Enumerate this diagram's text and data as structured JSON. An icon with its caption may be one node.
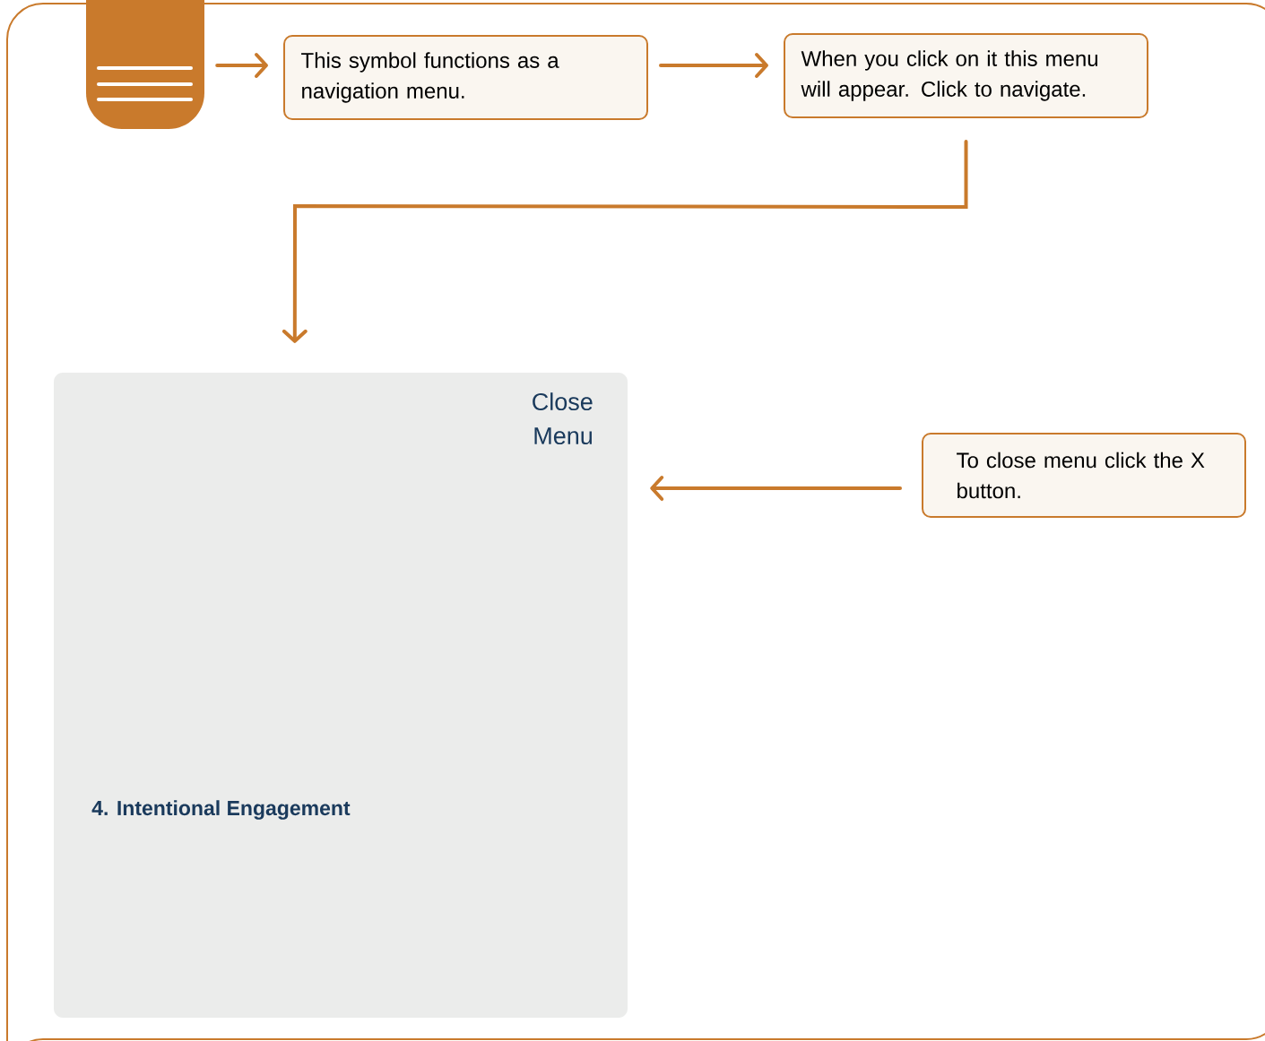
{
  "diagram": {
    "nodes": [
      {
        "text": [],
        "shape": "box"
      },
      {
        "text": [
          "This symbol functions as a navigation menu."
        ]
      },
      {
        "text": [
          "When you click on it this menu will appear. Click to navigate."
        ]
      },
      {
        "text": [
          "Close Menu",
          "4. Intentional Engagement"
        ]
      },
      {
        "text": [
          "To close menu click the X button."
        ]
      }
    ],
    "edges": [
      {
        "from": 0,
        "to": 1,
        "arrow": "to"
      },
      {
        "from": 1,
        "to": 2,
        "arrow": "to"
      },
      {
        "from": 2,
        "to": 3,
        "arrow": "to"
      },
      {
        "from": 4,
        "to": 3,
        "arrow": "to"
      }
    ]
  }
}
